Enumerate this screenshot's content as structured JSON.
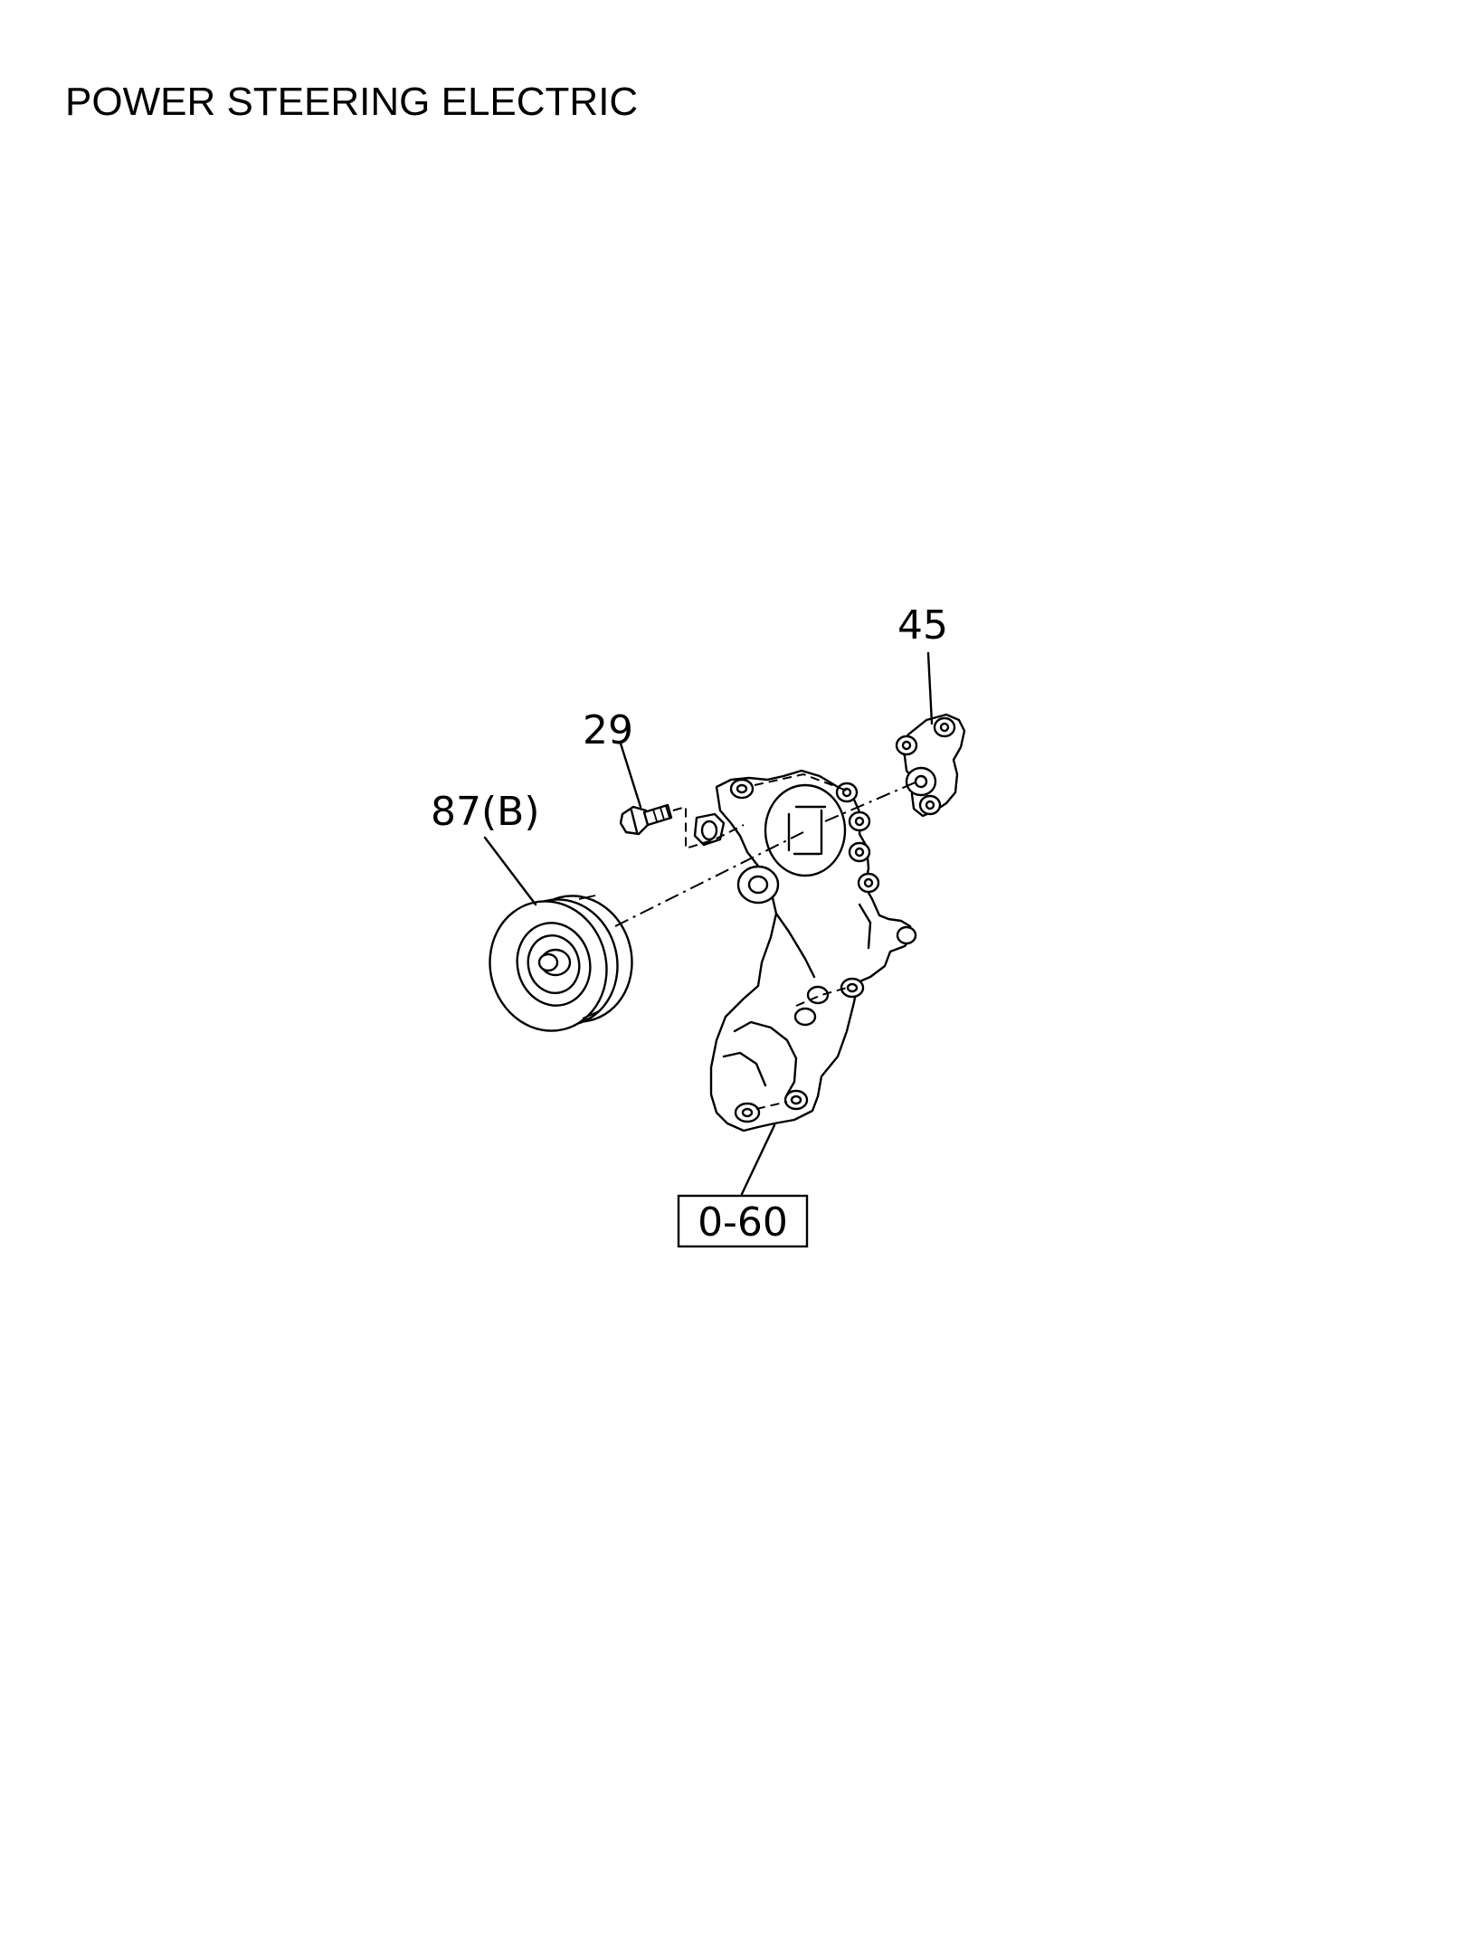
{
  "title": "POWER STEERING ELECTRIC",
  "callouts": {
    "part_45": "45",
    "part_29": "29",
    "part_87b": "87(B)",
    "ref_0_60": "0-60"
  },
  "icons": {
    "pulley": "idler-pulley-icon",
    "bolt": "bolt-icon",
    "bracket": "bracket-icon",
    "tensioner": "tensioner-bracket-icon"
  }
}
